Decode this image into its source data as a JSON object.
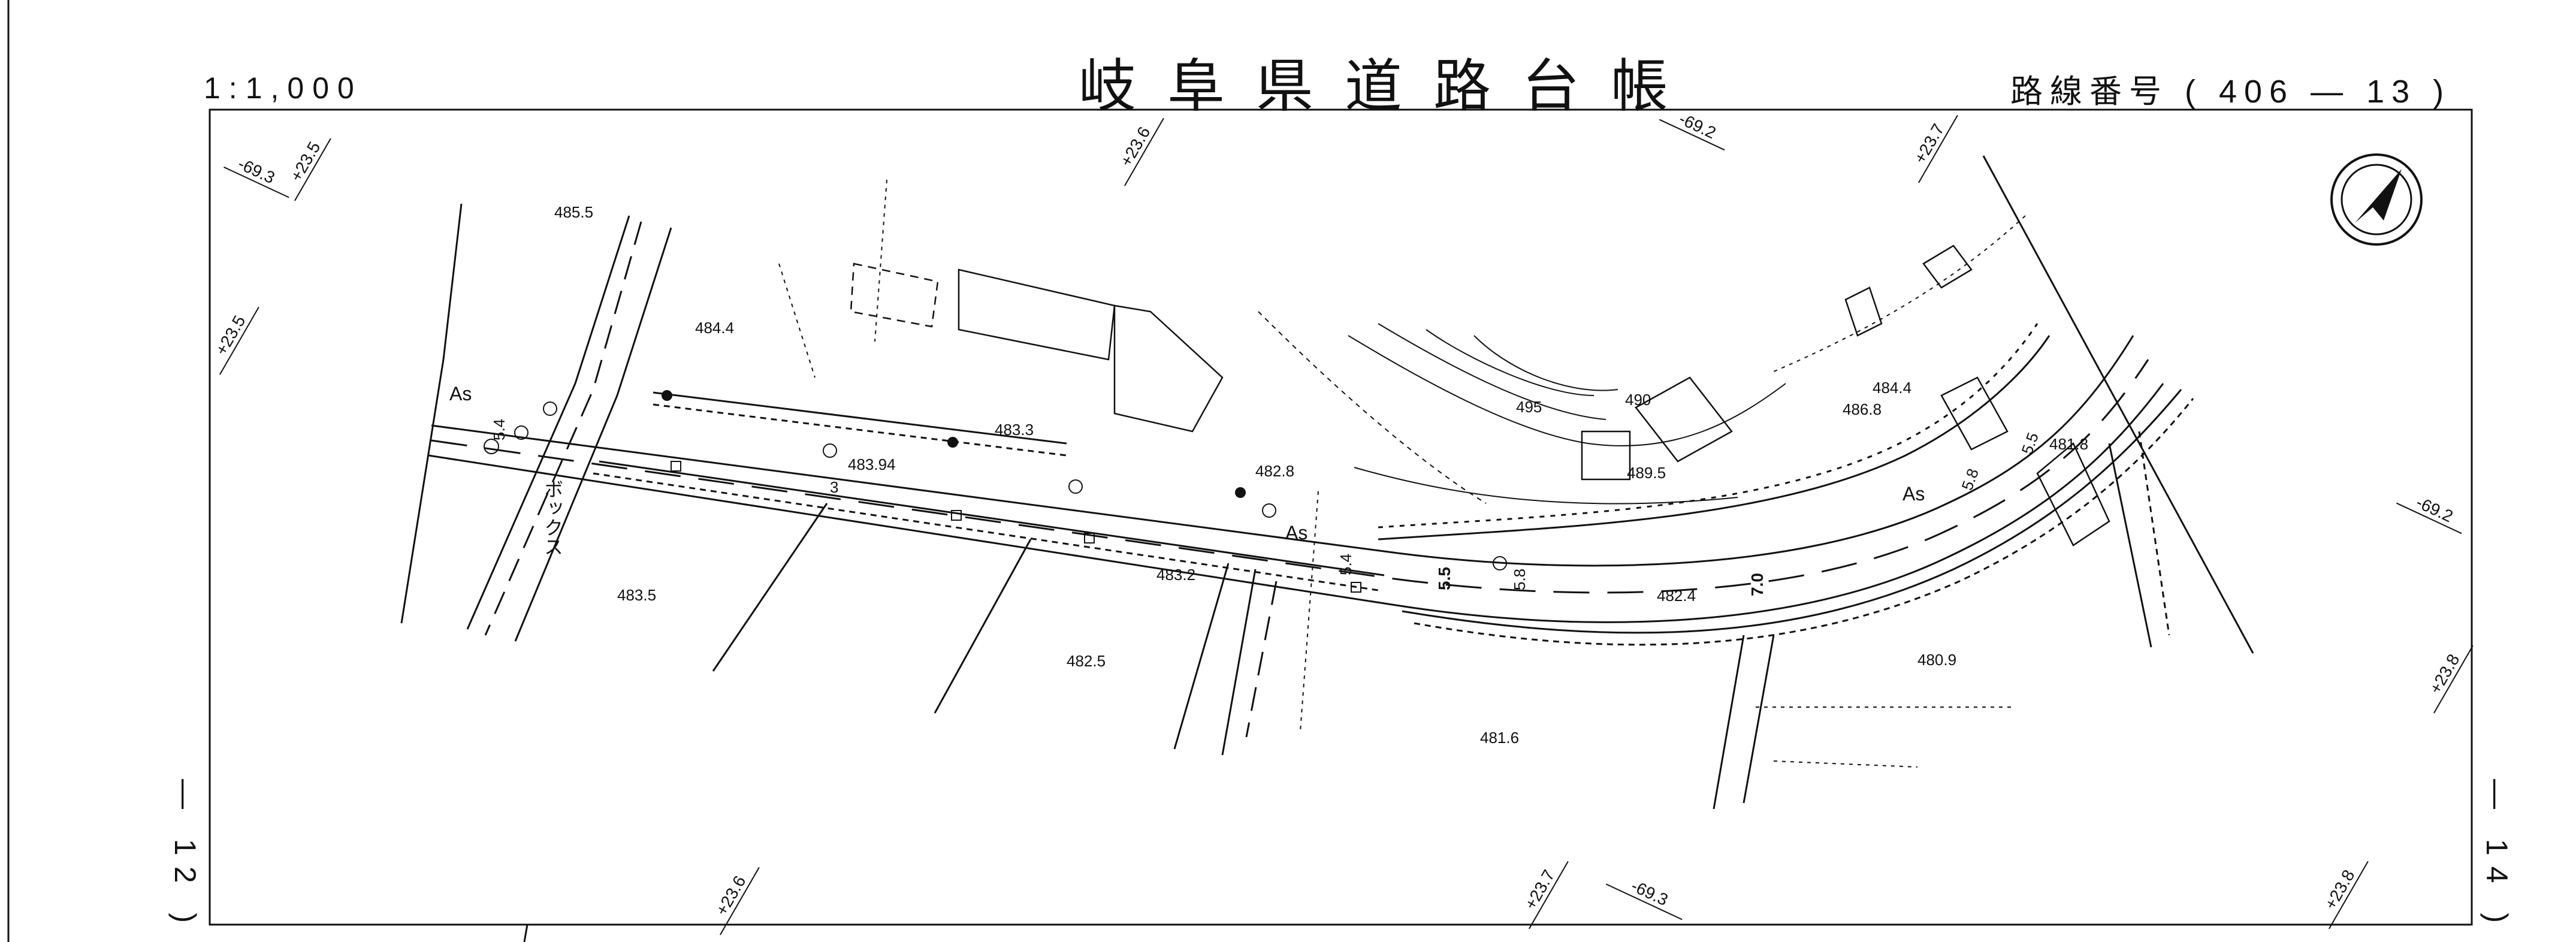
{
  "header": {
    "title": "岐阜県道路台帳",
    "scale": "1:1,000",
    "route_number": "路線番号 ( 406 ― 13 )"
  },
  "sheet_links": {
    "left": "― 12 )",
    "right": "― 14 )"
  },
  "elevations": [
    {
      "id": "e1",
      "text": "485.5"
    },
    {
      "id": "e2",
      "text": "484.4"
    },
    {
      "id": "e3",
      "text": "483.3"
    },
    {
      "id": "e4",
      "text": "483.94"
    },
    {
      "id": "e5",
      "text": "482.8"
    },
    {
      "id": "e6",
      "text": "495"
    },
    {
      "id": "e7",
      "text": "490"
    },
    {
      "id": "e8",
      "text": "489.5"
    },
    {
      "id": "e9",
      "text": "486.8"
    },
    {
      "id": "e10",
      "text": "484.4"
    },
    {
      "id": "e11",
      "text": "481.8"
    },
    {
      "id": "e12",
      "text": "483.5"
    },
    {
      "id": "e13",
      "text": "482.5"
    },
    {
      "id": "e14",
      "text": "483.2"
    },
    {
      "id": "e15",
      "text": "482.4"
    },
    {
      "id": "e16",
      "text": "481.6"
    },
    {
      "id": "e17",
      "text": "480.9"
    }
  ],
  "grid_ticks": [
    {
      "id": "t1",
      "text": "+23.5"
    },
    {
      "id": "t2",
      "text": "-69.3"
    },
    {
      "id": "t3",
      "text": "+23.5"
    },
    {
      "id": "t4",
      "text": "+23.6"
    },
    {
      "id": "t5",
      "text": "-69.2"
    },
    {
      "id": "t6",
      "text": "+23.7"
    },
    {
      "id": "t7",
      "text": "-69.2"
    },
    {
      "id": "t8",
      "text": "+23.8"
    },
    {
      "id": "t9",
      "text": "+23.6"
    },
    {
      "id": "t10",
      "text": "+23.7"
    },
    {
      "id": "t11",
      "text": "-69.3"
    },
    {
      "id": "t12",
      "text": "+23.8"
    }
  ],
  "surface_labels": [
    {
      "id": "s1",
      "text": "As"
    },
    {
      "id": "s2",
      "text": "As"
    },
    {
      "id": "s3",
      "text": "As"
    }
  ],
  "width_labels": [
    {
      "id": "w1",
      "text": "5.4"
    },
    {
      "id": "w2",
      "text": "3"
    },
    {
      "id": "w3",
      "text": "5.4"
    },
    {
      "id": "w4",
      "text": "5.5"
    },
    {
      "id": "w5",
      "text": "5.8"
    },
    {
      "id": "w6",
      "text": "7.0"
    },
    {
      "id": "w7",
      "text": "5.8"
    },
    {
      "id": "w8",
      "text": "5.5"
    }
  ],
  "annotations": {
    "box_culvert": "ボックス"
  },
  "colors": {
    "line": "#111111",
    "background": "#ffffff"
  },
  "icons": {
    "north_arrow": "north-arrow-icon"
  }
}
